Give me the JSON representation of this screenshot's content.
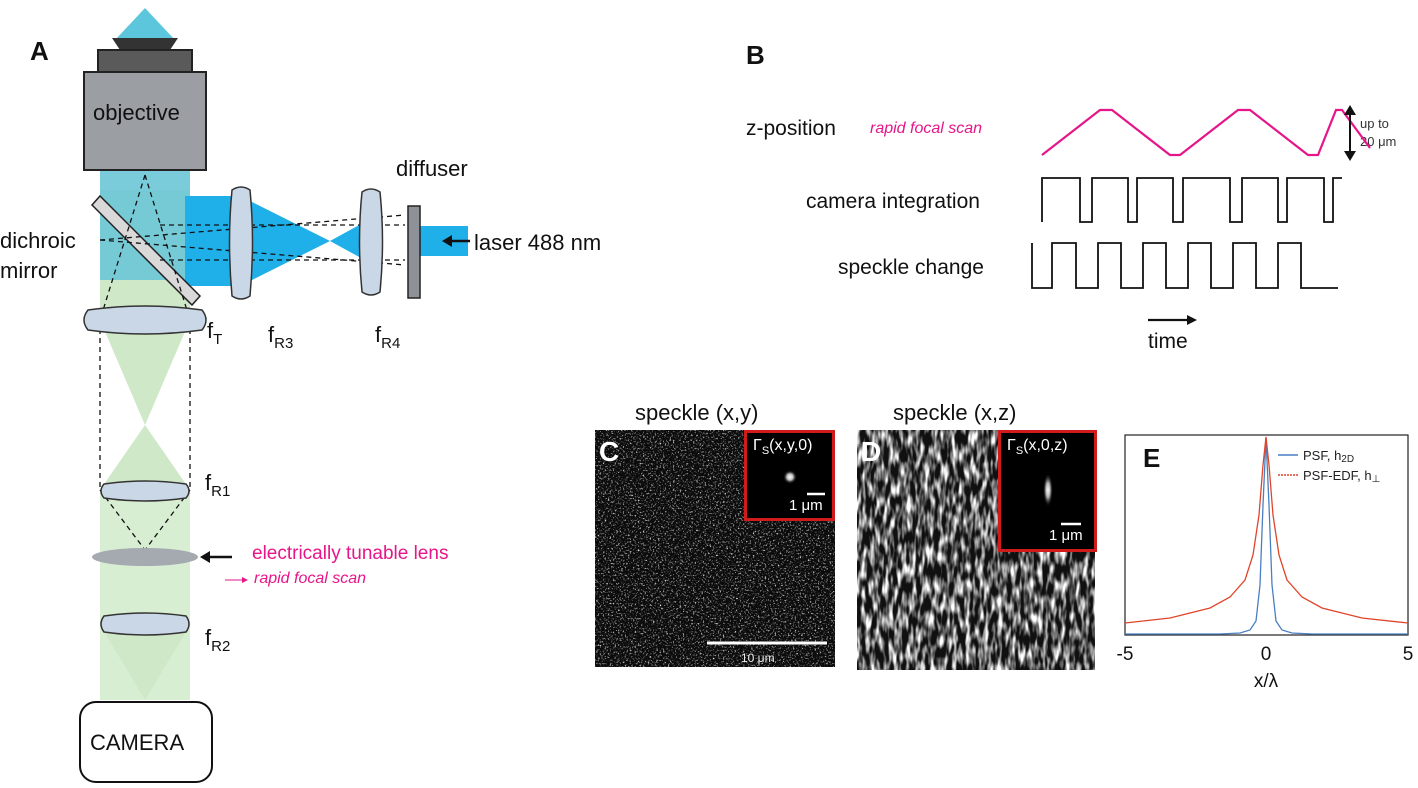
{
  "panel_a": {
    "letter": "A",
    "objective": "objective",
    "dichroic": "dichroic",
    "mirror": "mirror",
    "diffuser": "diffuser",
    "laser": "laser 488 nm",
    "lens_t": "f",
    "lens_t_sub": "T",
    "lens_r3": "f",
    "lens_r3_sub": "R3",
    "lens_r4": "f",
    "lens_r4_sub": "R4",
    "lens_r1": "f",
    "lens_r1_sub": "R1",
    "lens_r2": "f",
    "lens_r2_sub": "R2",
    "etl": "electrically tunable lens",
    "etl_scan": "rapid focal scan",
    "camera": "CAMERA",
    "colors": {
      "excitation": "#29aee4",
      "emission": "#cfe8c8",
      "magenta": "#e6168a"
    }
  },
  "panel_b": {
    "letter": "B",
    "z_position": "z-position",
    "rapid": "rapid focal scan",
    "camera_integration": "camera integration",
    "speckle_change": "speckle change",
    "up_to": "up to",
    "range": "20 μm",
    "time": "time"
  },
  "panel_c": {
    "letter": "C",
    "title": "speckle (x,y)",
    "inset_label": "Γ",
    "inset_sub": "S",
    "inset_args": "(x,y,0)",
    "inset_scale": "1 μm",
    "scale": "10 μm"
  },
  "panel_d": {
    "letter": "D",
    "title": "speckle (x,z)",
    "inset_label": "Γ",
    "inset_sub": "S",
    "inset_args": "(x,0,z)",
    "inset_scale": "1 μm"
  },
  "panel_e": {
    "letter": "E",
    "legend_psf": "PSF, h",
    "legend_psf_sub": "2D",
    "legend_edf": "PSF-EDF, h",
    "legend_edf_sub": "⊥",
    "xlabel": "x/λ",
    "ticks": [
      "-5",
      "0",
      "5"
    ],
    "colors": {
      "psf": "#4a7fc1",
      "edf": "#e0452a"
    }
  }
}
